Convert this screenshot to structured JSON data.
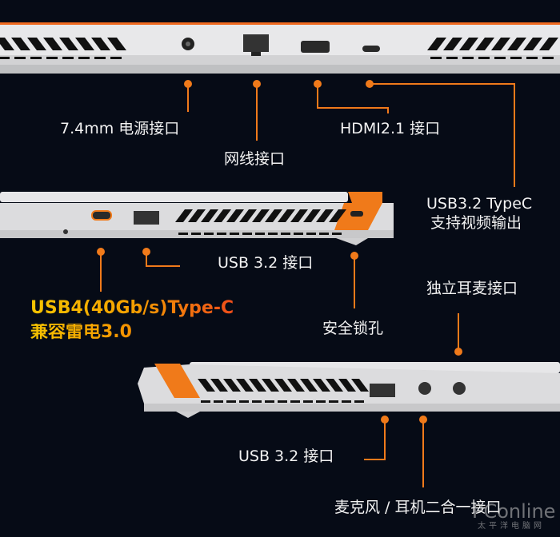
{
  "colors": {
    "accent": "#f07a1a",
    "background": "#060b16",
    "chassis": "#e4e4e6"
  },
  "labels": {
    "power": "7.4mm 电源接口",
    "ethernet": "网线接口",
    "hdmi": "HDMI2.1 接口",
    "typec_line1": "USB3.2 TypeC",
    "typec_line2": "支持视频输出",
    "left_usb": "USB 3.2 接口",
    "usb4_line1": "USB4(40Gb/s)Type-C",
    "usb4_line2": "兼容雷电3.0",
    "lock": "安全锁孔",
    "headset": "独立耳麦接口",
    "right_usb": "USB 3.2 接口",
    "combo_audio": "麦克风 / 耳机二合一接口"
  },
  "watermark": {
    "brand": "PConline",
    "sub": "太平洋电脑网"
  }
}
